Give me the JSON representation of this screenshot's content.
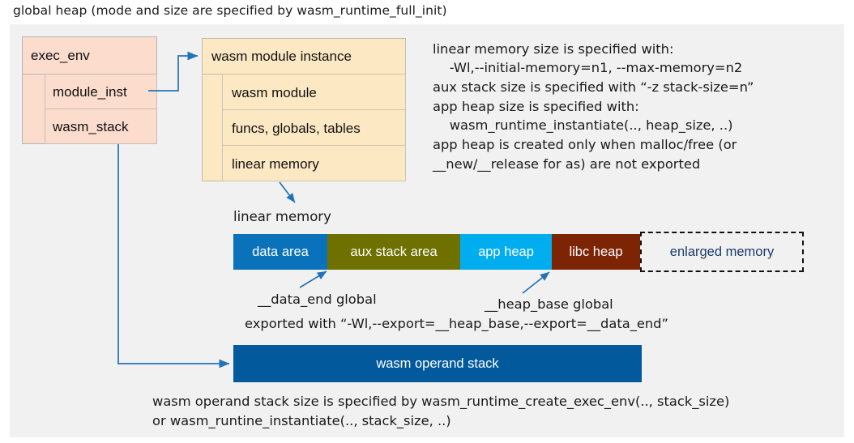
{
  "title": "global heap (mode and size are specified by wasm_runtime_full_init)",
  "exec_env": {
    "header": "exec_env",
    "fields": [
      "module_inst",
      "wasm_stack"
    ]
  },
  "module_instance": {
    "header": "wasm module instance",
    "fields": [
      "wasm module",
      "funcs, globals, tables",
      "linear memory"
    ]
  },
  "notes_right": [
    "linear memory size is specified with:",
    "    -Wl,--initial-memory=n1, --max-memory=n2",
    "aux stack size is specified with “-z stack-size=n”",
    "app heap size is specified with:",
    "    wasm_runtime_instantiate(.., heap_size, ..)",
    "app heap is created only when malloc/free (or",
    "__new/__release for as) are not exported"
  ],
  "linear_memory": {
    "label": "linear memory",
    "segments": [
      {
        "label": "data area",
        "color": "#0a72bb"
      },
      {
        "label": "aux stack area",
        "color": "#6e7000"
      },
      {
        "label": "app heap",
        "color": "#00aeef"
      },
      {
        "label": "libc heap",
        "color": "#7d2405"
      }
    ],
    "enlarged": {
      "label": "enlarged memory",
      "color": "#1b3a6b"
    }
  },
  "annotations": {
    "data_end": "__data_end global",
    "heap_base": "__heap_base global",
    "exported": "exported with “-Wl,--export=__heap_base,--export=__data_end”"
  },
  "operand_stack": {
    "label": "wasm operand stack",
    "notes": [
      "wasm operand stack size is specified by wasm_runtime_create_exec_env(.., stack_size)",
      "or wasm_runtine_instantiate(.., stack_size, ..)"
    ]
  },
  "colors": {
    "arrow": "#2272b9",
    "region_bg": "#f1f1f1",
    "pink": "#fbdccd",
    "peach": "#fce8c3",
    "operand_stack": "#02599c"
  }
}
